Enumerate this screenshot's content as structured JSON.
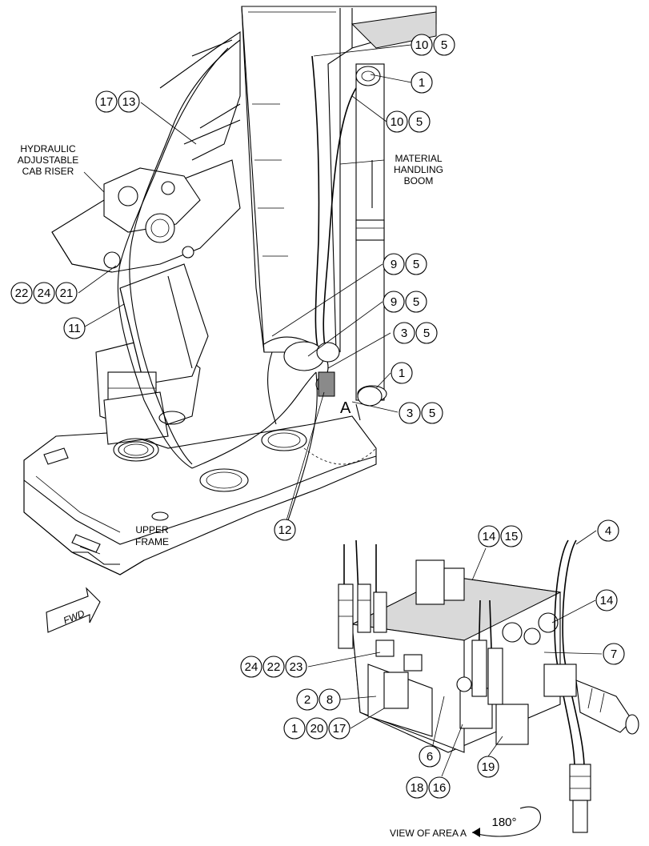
{
  "labels": {
    "hydraulic_cab_riser": [
      "HYDRAULIC",
      "ADJUSTABLE",
      "CAB RISER"
    ],
    "material_handling_boom": [
      "MATERIAL",
      "HANDLING",
      "BOOM"
    ],
    "upper_frame": [
      "UPPER",
      "FRAME"
    ],
    "fwd": "FWD",
    "area_marker": "A",
    "view_of_area": "VIEW OF AREA A",
    "rotation": "180°"
  },
  "callouts": [
    {
      "id": "c-10-5-top",
      "numbers": [
        "10",
        "5"
      ]
    },
    {
      "id": "c-1-top",
      "numbers": [
        "1"
      ]
    },
    {
      "id": "c-10-5-mid",
      "numbers": [
        "10",
        "5"
      ]
    },
    {
      "id": "c-17-13",
      "numbers": [
        "17",
        "13"
      ]
    },
    {
      "id": "c-22-24-21",
      "numbers": [
        "22",
        "24",
        "21"
      ]
    },
    {
      "id": "c-11",
      "numbers": [
        "11"
      ]
    },
    {
      "id": "c-9-5-a",
      "numbers": [
        "9",
        "5"
      ]
    },
    {
      "id": "c-9-5-b",
      "numbers": [
        "9",
        "5"
      ]
    },
    {
      "id": "c-3-5-a",
      "numbers": [
        "3",
        "5"
      ]
    },
    {
      "id": "c-1-mid",
      "numbers": [
        "1"
      ]
    },
    {
      "id": "c-3-5-b",
      "numbers": [
        "3",
        "5"
      ]
    },
    {
      "id": "c-12",
      "numbers": [
        "12"
      ]
    },
    {
      "id": "c-14-15",
      "numbers": [
        "14",
        "15"
      ]
    },
    {
      "id": "c-4",
      "numbers": [
        "4"
      ]
    },
    {
      "id": "c-14",
      "numbers": [
        "14"
      ]
    },
    {
      "id": "c-7",
      "numbers": [
        "7"
      ]
    },
    {
      "id": "c-24-22-23",
      "numbers": [
        "24",
        "22",
        "23"
      ]
    },
    {
      "id": "c-2-8",
      "numbers": [
        "2",
        "8"
      ]
    },
    {
      "id": "c-1-20-17",
      "numbers": [
        "1",
        "20",
        "17"
      ]
    },
    {
      "id": "c-6",
      "numbers": [
        "6"
      ]
    },
    {
      "id": "c-19",
      "numbers": [
        "19"
      ]
    },
    {
      "id": "c-18-16",
      "numbers": [
        "18",
        "16"
      ]
    }
  ]
}
